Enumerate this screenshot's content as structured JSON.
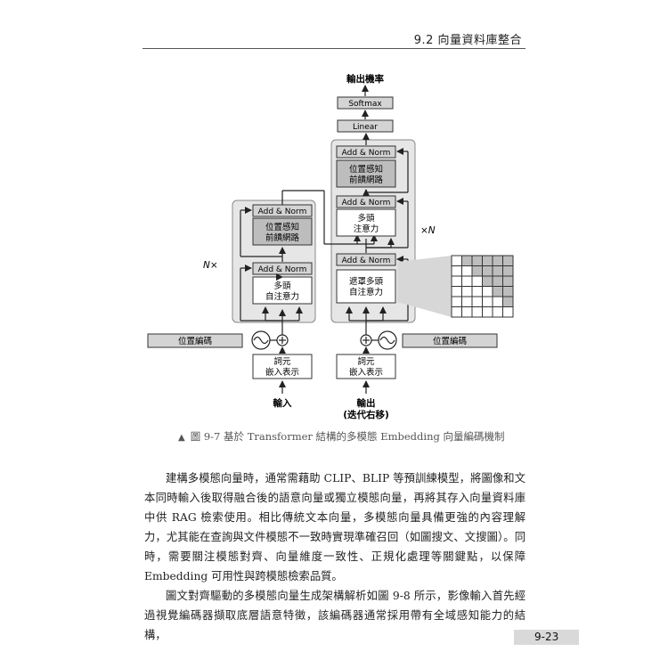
{
  "header": {
    "section_title": "9.2 向量資料庫整合"
  },
  "diagram": {
    "output_probabilities": "輸出機率",
    "softmax": "Softmax",
    "linear": "Linear",
    "add_norm": "Add & Norm",
    "ffn": "位置感知前饋網路",
    "multi_head_line1": "多頭",
    "enc_self_attn_line2": "自注意力",
    "dec_cross_attn_line2": "注意力",
    "masked_attn_line1": "遮罩多頭",
    "masked_attn_line2": "自注意力",
    "positional_encoding": "位置編碼",
    "token_embedding_line1": "詞元",
    "token_embedding_line2": "嵌入表示",
    "encoder_input": "輸入",
    "decoder_input_line1": "輸出",
    "decoder_input_line2": "(迭代右移)",
    "encoder_repeat": "N×",
    "decoder_repeat": "×N",
    "ffn_line1": "位置感知",
    "ffn_line2": "前饋網路"
  },
  "caption": {
    "marker": "▲",
    "text": "圖 9-7 基於 Transformer 結構的多模態 Embedding 向量編碼機制"
  },
  "paragraphs": [
    "建構多模態向量時，通常需藉助 CLIP、BLIP 等預訓練模型，將圖像和文本同時輸入後取得融合後的語意向量或獨立模態向量，再將其存入向量資料庫中供 RAG 檢索使用。相比傳統文本向量，多模態向量具備更強的內容理解力，尤其能在查詢與文件模態不一致時實現準確召回（如圖搜文、文搜圖）。同時，需要關注模態對齊、向量維度一致性、正規化處理等關鍵點，以保障 Embedding 可用性與跨模態檢索品質。",
    "圖文對齊驅動的多模態向量生成架構解析如圖 9-8 所示，影像輸入首先經過視覺編碼器擷取底層語意特徵，該編碼器通常採用帶有全域感知能力的結構，"
  ],
  "footer": {
    "page_number": "9-23"
  },
  "colors": {
    "block_fill": "#d9d9d9",
    "panel_fill": "#e6e6e6",
    "line": "#222222",
    "text": "#222222"
  }
}
